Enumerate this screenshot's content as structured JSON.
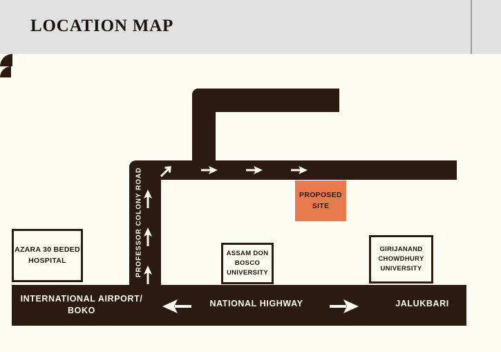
{
  "header": {
    "title": "LOCATION MAP"
  },
  "map": {
    "proposed_site": {
      "label": "PROPOSED\nSITE",
      "color": "#e87a4d",
      "text_color": "#2b1a0f"
    },
    "landmarks": [
      {
        "name": "azara-hospital",
        "label": "AZARA\n30 BEDED\nHOSPITAL"
      },
      {
        "name": "assam-don-bosco-university",
        "label": "ASSAM\nDON BOSCO\nUNIVERSITY"
      },
      {
        "name": "girijanand-chowdhury-university",
        "label": "GIRIJANAND\nCHOWDHURY\nUNIVERSITY"
      }
    ],
    "roads": {
      "vertical_road_label": "PROFESSOR COLONY ROAD",
      "highway_label": "NATIONAL HIGHWAY",
      "highway_west_destination": "INTERNATIONAL AIRPORT/\nBOKO",
      "highway_east_destination": "JALUKBARI",
      "road_color": "#2b1a0f",
      "background_color": "#fdfcf2"
    },
    "direction_arrows": [
      {
        "name": "arrow-diagonal-junction",
        "direction": "up-right"
      },
      {
        "name": "arrow-east-1",
        "direction": "right"
      },
      {
        "name": "arrow-east-2",
        "direction": "right"
      },
      {
        "name": "arrow-east-3",
        "direction": "right"
      },
      {
        "name": "arrow-north-1",
        "direction": "up"
      },
      {
        "name": "arrow-north-2",
        "direction": "up"
      },
      {
        "name": "arrow-north-3",
        "direction": "up"
      },
      {
        "name": "arrow-highway-west",
        "direction": "left"
      },
      {
        "name": "arrow-highway-east",
        "direction": "right"
      }
    ]
  }
}
